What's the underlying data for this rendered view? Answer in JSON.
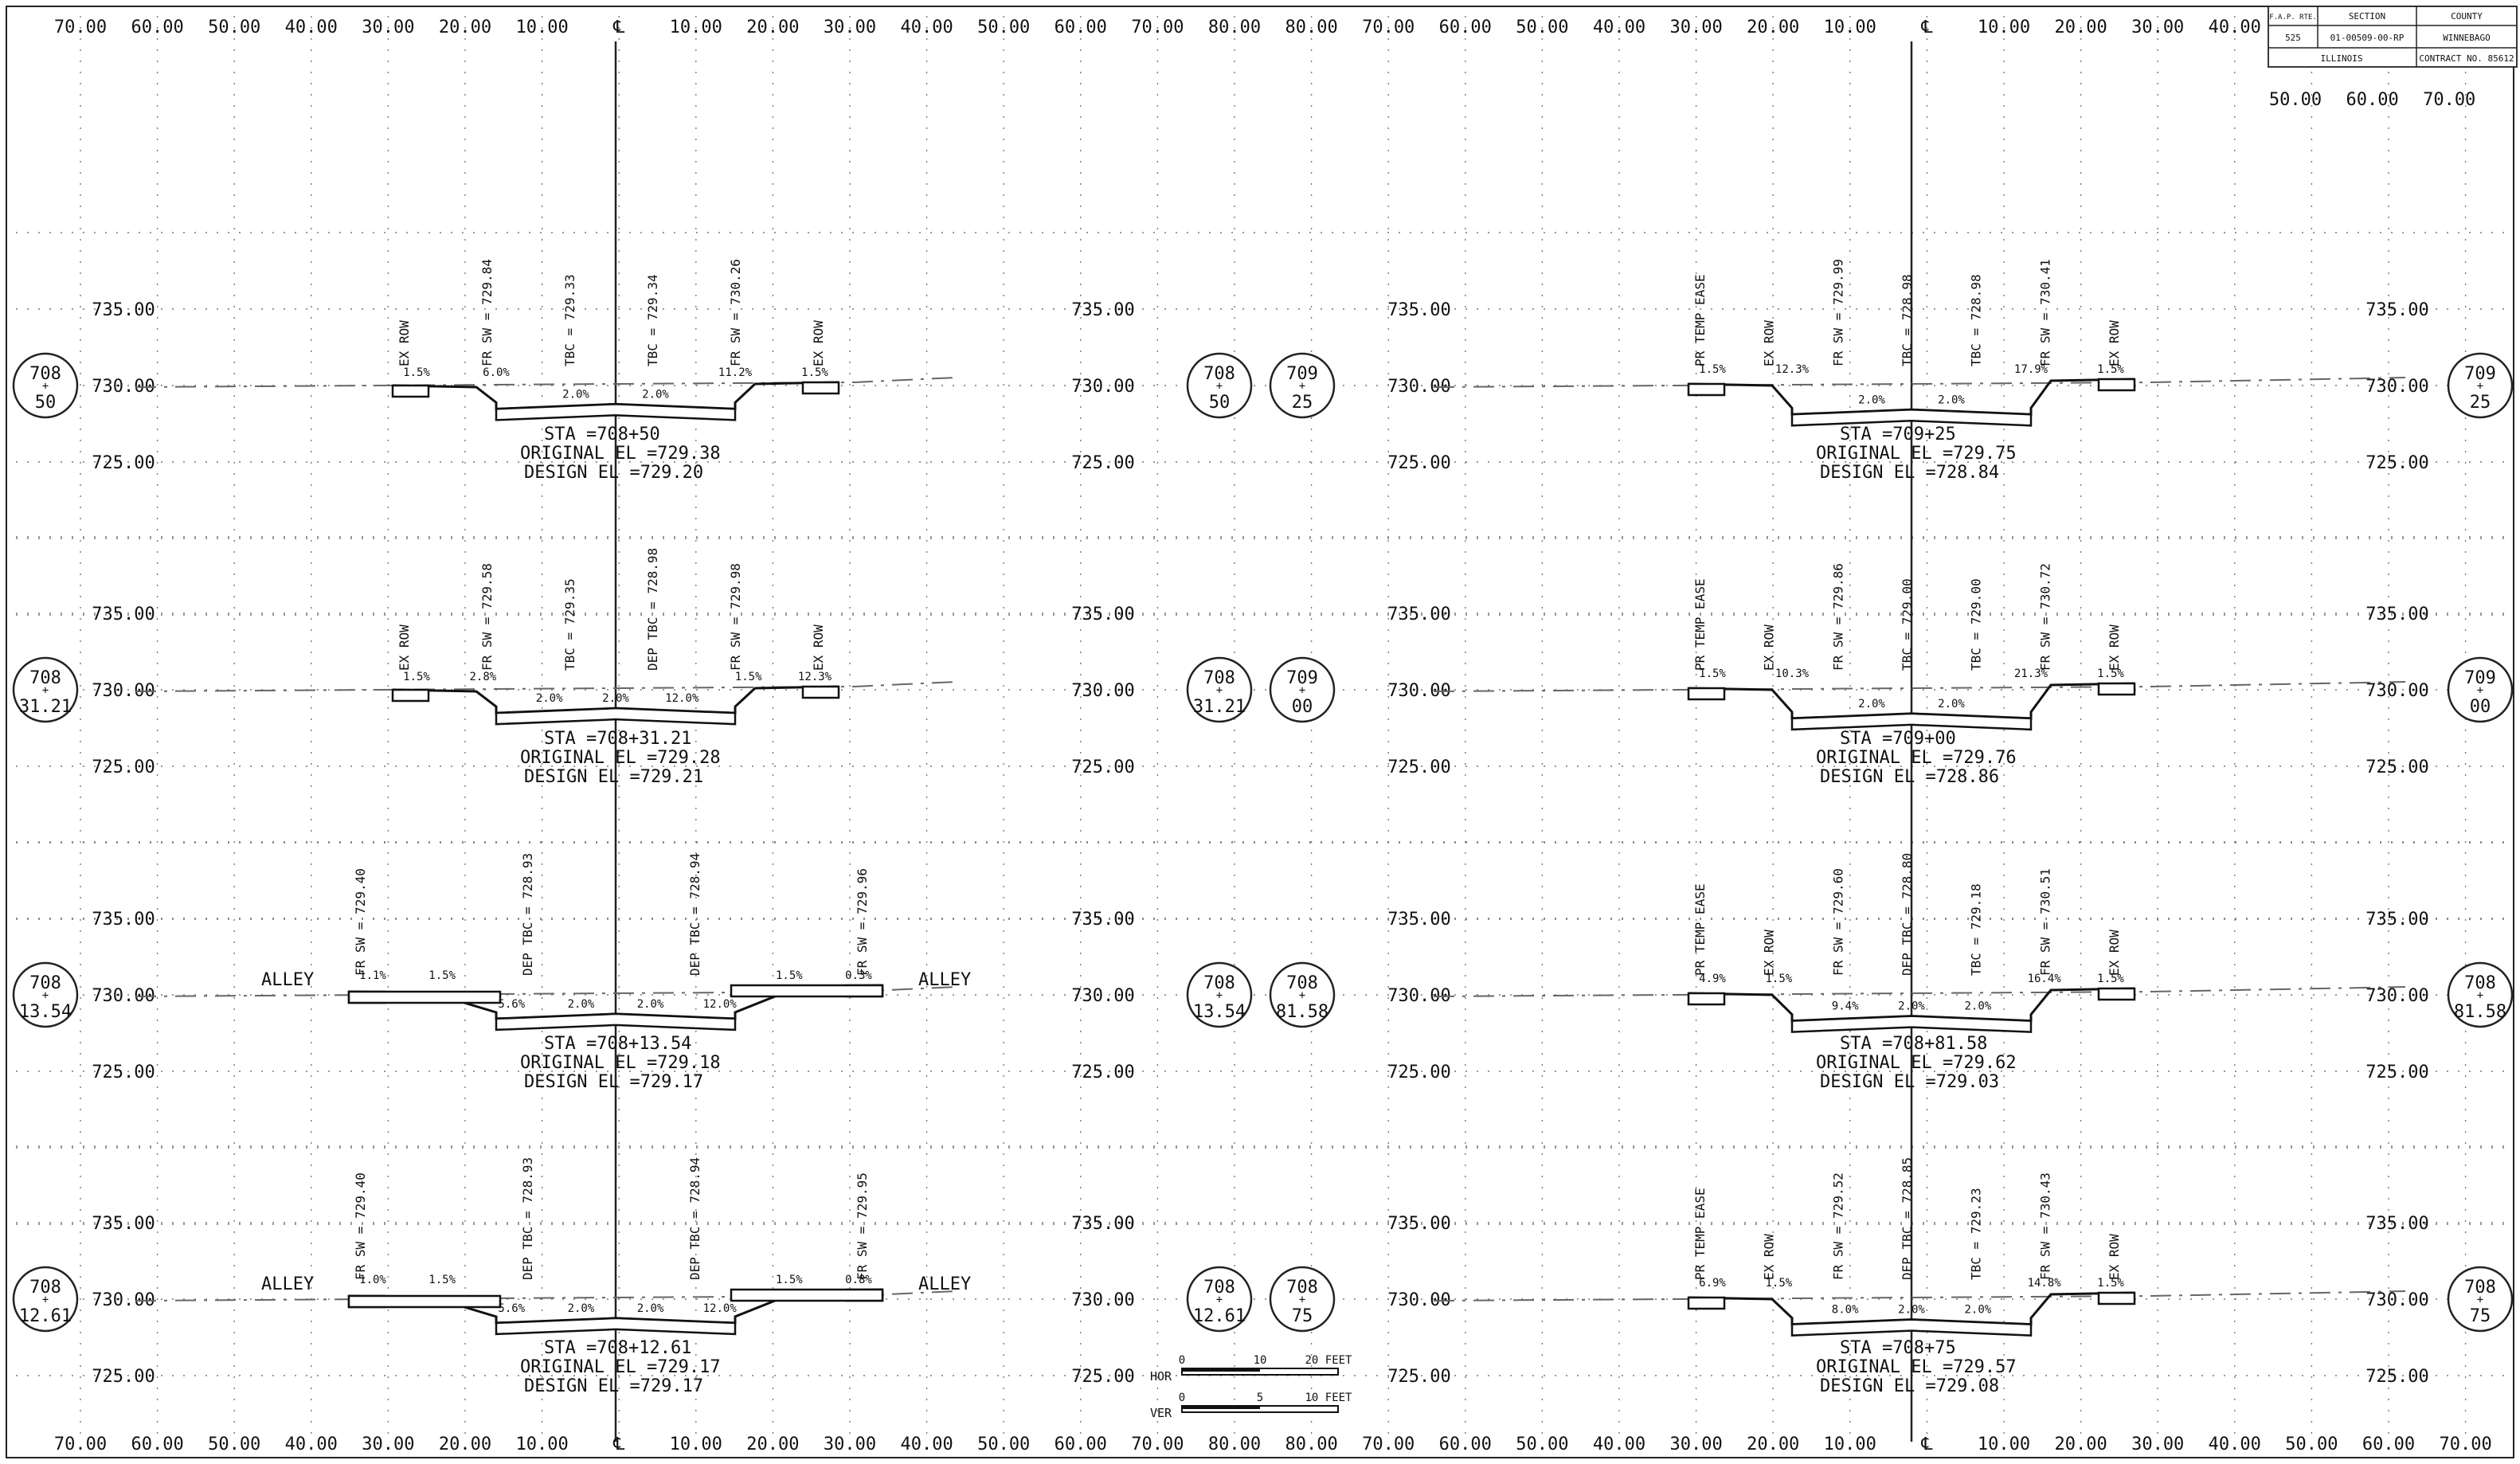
{
  "title_block": {
    "headers": [
      "F.A.P. RTE.",
      "SECTION",
      "COUNTY"
    ],
    "values": [
      "525",
      "01-00509-00-RP",
      "WINNEBAGO"
    ],
    "state": "ILLINOIS",
    "contract": "CONTRACT NO. 85612"
  },
  "axis": {
    "top_ticks": [
      "70.00",
      "60.00",
      "50.00",
      "40.00",
      "30.00",
      "20.00",
      "10.00",
      "℄",
      "10.00",
      "20.00",
      "30.00",
      "40.00",
      "50.00",
      "60.00",
      "70.00",
      "80.00",
      "80.00",
      "70.00",
      "60.00",
      "50.00",
      "40.00",
      "30.00",
      "20.00",
      "10.00",
      "℄",
      "10.00",
      "20.00",
      "30.00",
      "40.00"
    ],
    "bottom_ticks": [
      "70.00",
      "60.00",
      "50.00",
      "40.00",
      "30.00",
      "20.00",
      "10.00",
      "℄",
      "10.00",
      "20.00",
      "30.00",
      "40.00",
      "50.00",
      "60.00",
      "70.00",
      "80.00",
      "80.00",
      "70.00",
      "60.00",
      "50.00",
      "40.00",
      "30.00",
      "20.00",
      "10.00",
      "℄",
      "10.00",
      "20.00",
      "30.00",
      "40.00",
      "50.00",
      "60.00",
      "70.00"
    ],
    "extra_top_ticks": [
      "50.00",
      "60.00",
      "70.00"
    ],
    "elevations": [
      "735.00",
      "730.00",
      "725.00"
    ]
  },
  "scale_bars": {
    "hor_label": "HOR",
    "hor_ticks": [
      "0",
      "10",
      "20 FEET"
    ],
    "ver_label": "VER",
    "ver_ticks": [
      "0",
      "5",
      "10 FEET"
    ]
  },
  "sections": [
    {
      "sta_label": "STA =708+50",
      "orig_label": "ORIGINAL EL =729.38",
      "design_label": "DESIGN EL =729.20",
      "left_bubble": {
        "top": "708",
        "bottom": "50"
      },
      "mid_bubble": {
        "top": "708",
        "bottom": "50"
      },
      "slopes": [
        "1.5%",
        "6.0%",
        "2.0%",
        "2.0%",
        "11.2%",
        "1.5%"
      ],
      "callouts": [
        "EX ROW",
        "FR SW = 729.84",
        "TBC = 729.33",
        "TBC = 729.34",
        "FR SW = 730.26",
        "EX ROW"
      ],
      "alley": false
    },
    {
      "sta_label": "STA =708+31.21",
      "orig_label": "ORIGINAL EL =729.28",
      "design_label": "DESIGN EL =729.21",
      "left_bubble": {
        "top": "708",
        "bottom": "31.21"
      },
      "mid_bubble": {
        "top": "708",
        "bottom": "31.21"
      },
      "slopes": [
        "1.5%",
        "2.8%",
        "2.0%",
        "2.0%",
        "12.0%",
        "1.5%",
        "12.3%"
      ],
      "callouts": [
        "EX ROW",
        "FR SW = 729.58",
        "TBC = 729.35",
        "DEP TBC = 728.98",
        "FR SW = 729.98",
        "EX ROW"
      ],
      "alley": false
    },
    {
      "sta_label": "STA =708+13.54",
      "orig_label": "ORIGINAL EL =729.18",
      "design_label": "DESIGN EL =729.17",
      "left_bubble": {
        "top": "708",
        "bottom": "13.54"
      },
      "mid_bubble": {
        "top": "708",
        "bottom": "13.54"
      },
      "slopes": [
        "1.1%",
        "1.5%",
        "5.6%",
        "2.0%",
        "2.0%",
        "12.0%",
        "1.5%",
        "0.3%"
      ],
      "callouts": [
        "FR SW = 729.40",
        "DEP TBC = 728.93",
        "DEP TBC = 728.94",
        "FR SW = 729.96"
      ],
      "alley": true,
      "alley_label": "ALLEY"
    },
    {
      "sta_label": "STA =708+12.61",
      "orig_label": "ORIGINAL EL =729.17",
      "design_label": "DESIGN EL =729.17",
      "left_bubble": {
        "top": "708",
        "bottom": "12.61"
      },
      "mid_bubble": {
        "top": "708",
        "bottom": "12.61"
      },
      "slopes": [
        "1.0%",
        "1.5%",
        "5.6%",
        "2.0%",
        "2.0%",
        "12.0%",
        "1.5%",
        "0.8%"
      ],
      "callouts": [
        "FR SW = 729.40",
        "DEP TBC = 728.93",
        "DEP TBC = 728.94",
        "FR SW = 729.95"
      ],
      "alley": true,
      "alley_label": "ALLEY"
    },
    {
      "sta_label": "STA =709+25",
      "orig_label": "ORIGINAL EL =729.75",
      "design_label": "DESIGN EL =728.84",
      "left_bubble": {
        "top": "709",
        "bottom": "25"
      },
      "mid_bubble": {
        "top": "709",
        "bottom": "25"
      },
      "slopes": [
        "1.5%",
        "12.3%",
        "2.0%",
        "2.0%",
        "17.9%",
        "1.5%"
      ],
      "callouts": [
        "PR TEMP EASE",
        "EX ROW",
        "FR SW = 729.99",
        "TBC = 728.98",
        "TBC = 728.98",
        "FR SW = 730.41",
        "EX ROW"
      ],
      "alley": false
    },
    {
      "sta_label": "STA =709+00",
      "orig_label": "ORIGINAL EL =729.76",
      "design_label": "DESIGN EL =728.86",
      "left_bubble": {
        "top": "709",
        "bottom": "00"
      },
      "mid_bubble": {
        "top": "709",
        "bottom": "00"
      },
      "slopes": [
        "1.5%",
        "10.3%",
        "2.0%",
        "2.0%",
        "21.3%",
        "1.5%"
      ],
      "callouts": [
        "PR TEMP EASE",
        "EX ROW",
        "FR SW = 729.86",
        "TBC = 729.00",
        "TBC = 729.00",
        "FR SW = 730.72",
        "EX ROW"
      ],
      "alley": false
    },
    {
      "sta_label": "STA =708+81.58",
      "orig_label": "ORIGINAL EL =729.62",
      "design_label": "DESIGN EL =729.03",
      "left_bubble": {
        "top": "708",
        "bottom": "81.58"
      },
      "mid_bubble": {
        "top": "708",
        "bottom": "81.58"
      },
      "slopes": [
        "4.9%",
        "1.5%",
        "9.4%",
        "2.0%",
        "2.0%",
        "16.4%",
        "1.5%"
      ],
      "callouts": [
        "PR TEMP EASE",
        "EX ROW",
        "FR SW = 729.60",
        "DEP TBC = 728.80",
        "TBC = 729.18",
        "FR SW = 730.51",
        "EX ROW"
      ],
      "alley": false
    },
    {
      "sta_label": "STA =708+75",
      "orig_label": "ORIGINAL EL =729.57",
      "design_label": "DESIGN EL =729.08",
      "left_bubble": {
        "top": "708",
        "bottom": "75"
      },
      "mid_bubble": {
        "top": "708",
        "bottom": "75"
      },
      "slopes": [
        "6.9%",
        "1.5%",
        "8.0%",
        "2.0%",
        "2.0%",
        "14.8%",
        "1.5%"
      ],
      "callouts": [
        "PR TEMP EASE",
        "EX ROW",
        "FR SW = 729.52",
        "DEP TBC = 728.85",
        "TBC = 729.23",
        "FR SW = 730.43",
        "EX ROW"
      ],
      "alley": false
    }
  ]
}
